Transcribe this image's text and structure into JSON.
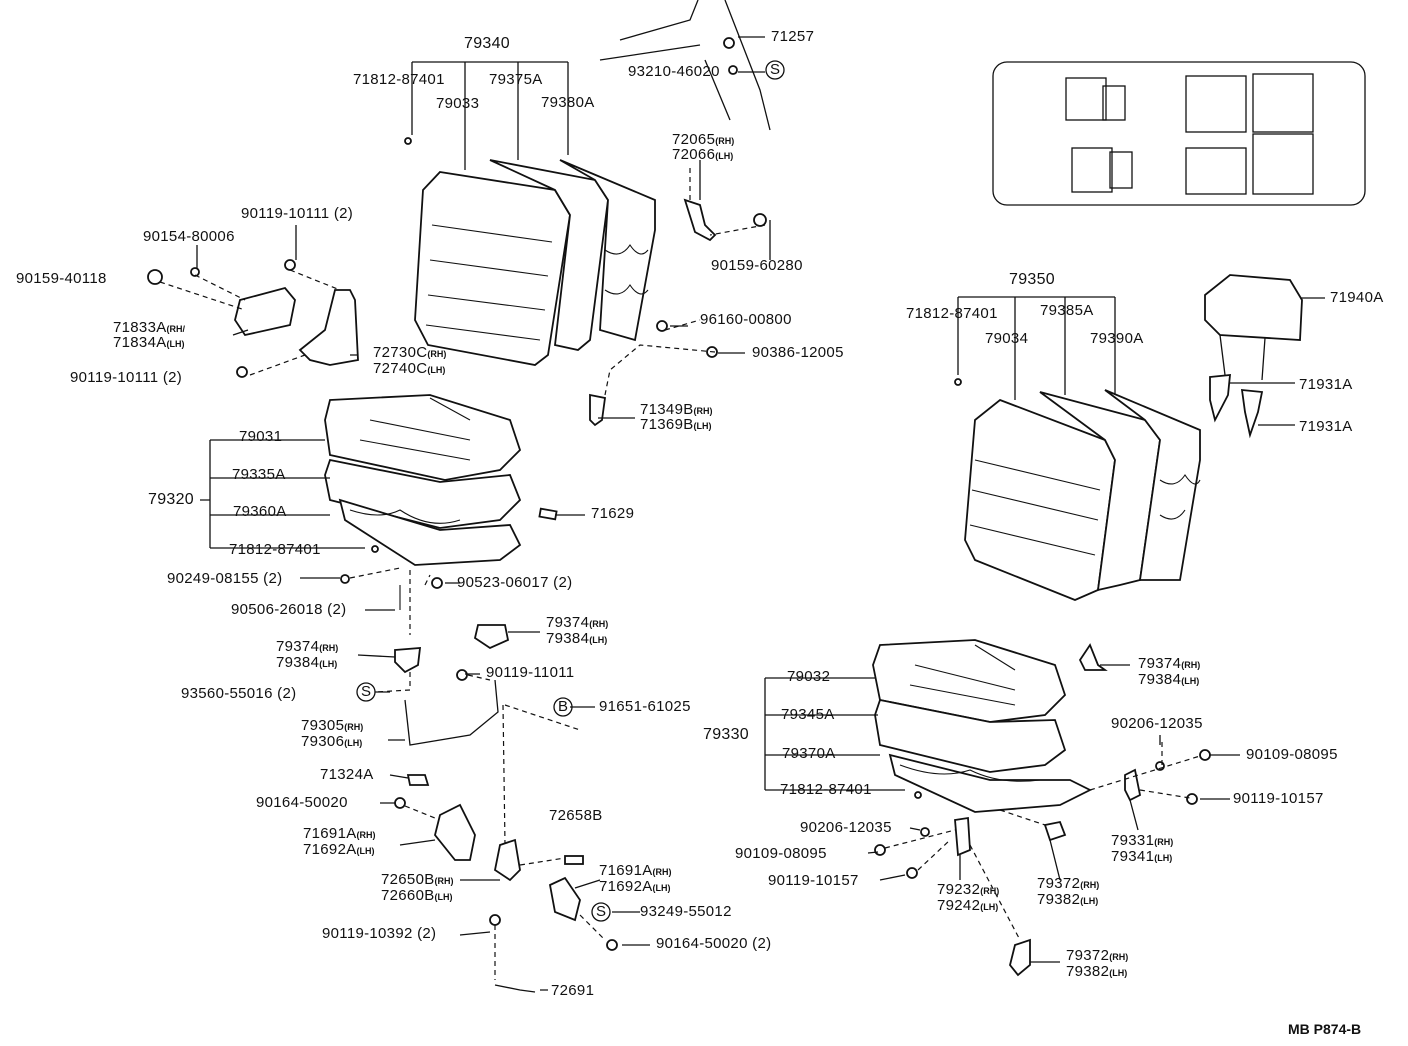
{
  "diagram_code": "MB P874-B",
  "symbols": {
    "s": "S",
    "b": "B"
  },
  "labels": {
    "p71257": "71257",
    "p93210": "93210-46020",
    "p79340": "79340",
    "p71812_a": "71812-87401",
    "p79375a": "79375A",
    "p79033": "79033",
    "p79380a": "79380A",
    "p72065": "72065",
    "p72066": "72066",
    "p90119_10111_top": "90119-10111 (2)",
    "p90154": "90154-80006",
    "p90159_40118": "90159-40118",
    "p90159_60280": "90159-60280",
    "p71833a": "71833A",
    "p71834a": "71834A",
    "p96160": "96160-00800",
    "p72730c": "72730C",
    "p72740c": "72740C",
    "p90386": "90386-12005",
    "p90119_10111_bot": "90119-10111 (2)",
    "p71349b": "71349B",
    "p71369b": "71369B",
    "p79031": "79031",
    "p79335a": "79335A",
    "p79320": "79320",
    "p79360a": "79360A",
    "p71629": "71629",
    "p71812_b": "71812-87401",
    "p90249": "90249-08155 (2)",
    "p90523": "90523-06017 (2)",
    "p90506": "90506-26018 (2)",
    "p79374_a": "79374",
    "p79384_a": "79384",
    "p79374_b": "79374",
    "p79384_b": "79384",
    "p90119_11011": "90119-11011",
    "p93560": "93560-55016 (2)",
    "p91651": "91651-61025",
    "p79305": "79305",
    "p79306": "79306",
    "p71324a": "71324A",
    "p90164_a": "90164-50020",
    "p72658b": "72658B",
    "p71691a_a": "71691A",
    "p71692a_a": "71692A",
    "p71691a_b": "71691A",
    "p71692a_b": "71692A",
    "p72650b": "72650B",
    "p72660b": "72660B",
    "p93249": "93249-55012",
    "p90119_10392": "90119-10392 (2)",
    "p90164_b": "90164-50020 (2)",
    "p72691": "72691",
    "p79350": "79350",
    "p71940a": "71940A",
    "p71812_c": "71812-87401",
    "p79385a": "79385A",
    "p79034": "79034",
    "p79390a": "79390A",
    "p71931a_a": "71931A",
    "p71931a_b": "71931A",
    "p79032": "79032",
    "p79374_c": "79374",
    "p79384_c": "79384",
    "p79345a": "79345A",
    "p79330": "79330",
    "p90206_a": "90206-12035",
    "p79370a": "79370A",
    "p90109_a": "90109-08095",
    "p71812_d": "71812-87401",
    "p90119_10157_a": "90119-10157",
    "p79331": "79331",
    "p79341": "79341",
    "p90206_b": "90206-12035",
    "p90109_b": "90109-08095",
    "p90119_10157_b": "90119-10157",
    "p79372_a": "79372",
    "p79382_a": "79382",
    "p79232": "79232",
    "p79242": "79242",
    "p79372_b": "79372",
    "p79382_b": "79382"
  },
  "suffix": {
    "rh": "(RH)",
    "lh": "(LH)",
    "rh_alt": "(RH/"
  }
}
